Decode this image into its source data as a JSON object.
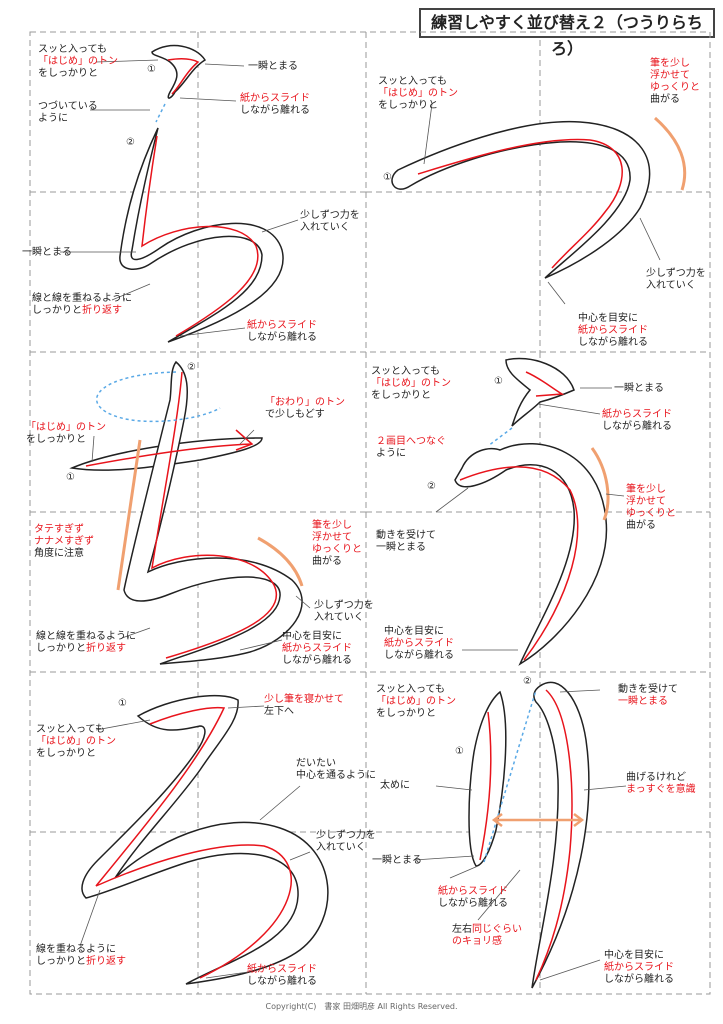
{
  "title": "練習しやすく並び替え２（つうりらちろ）",
  "copyright": "Copyright(C)　書家 田畑明彦 All Rights Reserved.",
  "panels": {
    "ra": {
      "num1": "①",
      "num2": "②",
      "l1a": "スッと入っても",
      "l1b": "「はじめ」のトン",
      "l1c": "をしっかりと",
      "l2": "一瞬とまる",
      "l3a": "つづいている",
      "l3b": "ように",
      "l4a": "紙からスライド",
      "l4b": "しながら離れる",
      "l5a": "少しずつ力を",
      "l5b": "入れていく",
      "l6": "一瞬とまる",
      "l7a": "線と線を重ねるように",
      "l7b": "しっかりと",
      "l7c": "折り返す",
      "l8a": "紙からスライド",
      "l8b": "しながら離れる"
    },
    "tsu": {
      "num1": "①",
      "l1a": "スッと入っても",
      "l1b": "「はじめ」のトン",
      "l1c": "をしっかりと",
      "l2a": "筆を少し",
      "l2b": "浮かせて",
      "l2c": "ゆっくりと",
      "l2d": "曲がる",
      "l3a": "少しずつ力を",
      "l3b": "入れていく",
      "l4a": "中心を目安に",
      "l4b": "紙からスライド",
      "l4c": "しながら離れる"
    },
    "chi": {
      "num1": "①",
      "num2": "②",
      "l1a": "「はじめ」のトン",
      "l1b": "をしっかりと",
      "l2a": "「おわり」のトン",
      "l2b": "で少しもどす",
      "l3a": "タテすぎず",
      "l3b": "ナナメすぎず",
      "l3c": "角度に注意",
      "l4a": "筆を少し",
      "l4b": "浮かせて",
      "l4c": "ゆっくりと",
      "l4d": "曲がる",
      "l5a": "少しずつ力を",
      "l5b": "入れていく",
      "l6a": "線と線を重ねるように",
      "l6b": "しっかりと",
      "l6c": "折り返す",
      "l7a": "中心を目安に",
      "l7b": "紙からスライド",
      "l7c": "しながら離れる"
    },
    "u": {
      "num1": "①",
      "num2": "②",
      "l1a": "スッと入っても",
      "l1b": "「はじめ」のトン",
      "l1c": "をしっかりと",
      "l2": "一瞬とまる",
      "l3a": "紙からスライド",
      "l3b": "しながら離れる",
      "l4a": "２画目へつなぐ",
      "l4b": "ように",
      "l5a": "筆を少し",
      "l5b": "浮かせて",
      "l5c": "ゆっくりと",
      "l5d": "曲がる",
      "l6a": "動きを受けて",
      "l6b": "一瞬とまる",
      "l7a": "中心を目安に",
      "l7b": "紙からスライド",
      "l7c": "しながら離れる"
    },
    "ro": {
      "num1": "①",
      "l1a": "スッと入っても",
      "l1b": "「はじめ」のトン",
      "l1c": "をしっかりと",
      "l2a": "少し筆を寝かせて",
      "l2b": "左下へ",
      "l3a": "だいたい",
      "l3b": "中心を通るように",
      "l4a": "少しずつ力を",
      "l4b": "入れていく",
      "l5a": "線を重ねるように",
      "l5b": "しっかりと",
      "l5c": "折り返す",
      "l6a": "紙からスライド",
      "l6b": "しながら離れる"
    },
    "ri": {
      "num1": "①",
      "num2": "②",
      "l1a": "スッと入っても",
      "l1b": "「はじめ」のトン",
      "l1c": "をしっかりと",
      "l2a": "動きを受けて",
      "l2b": "一瞬とまる",
      "l3": "太めに",
      "l4a": "曲げるけれど",
      "l4b": "まっすぐを意識",
      "l5": "一瞬とまる",
      "l6a": "紙からスライド",
      "l6b": "しながら離れる",
      "l7a": "左右",
      "l7b": "同じぐらい",
      "l7c": "のキョリ感",
      "l8a": "中心を目安に",
      "l8b": "紙からスライド",
      "l8c": "しながら離れる"
    }
  }
}
